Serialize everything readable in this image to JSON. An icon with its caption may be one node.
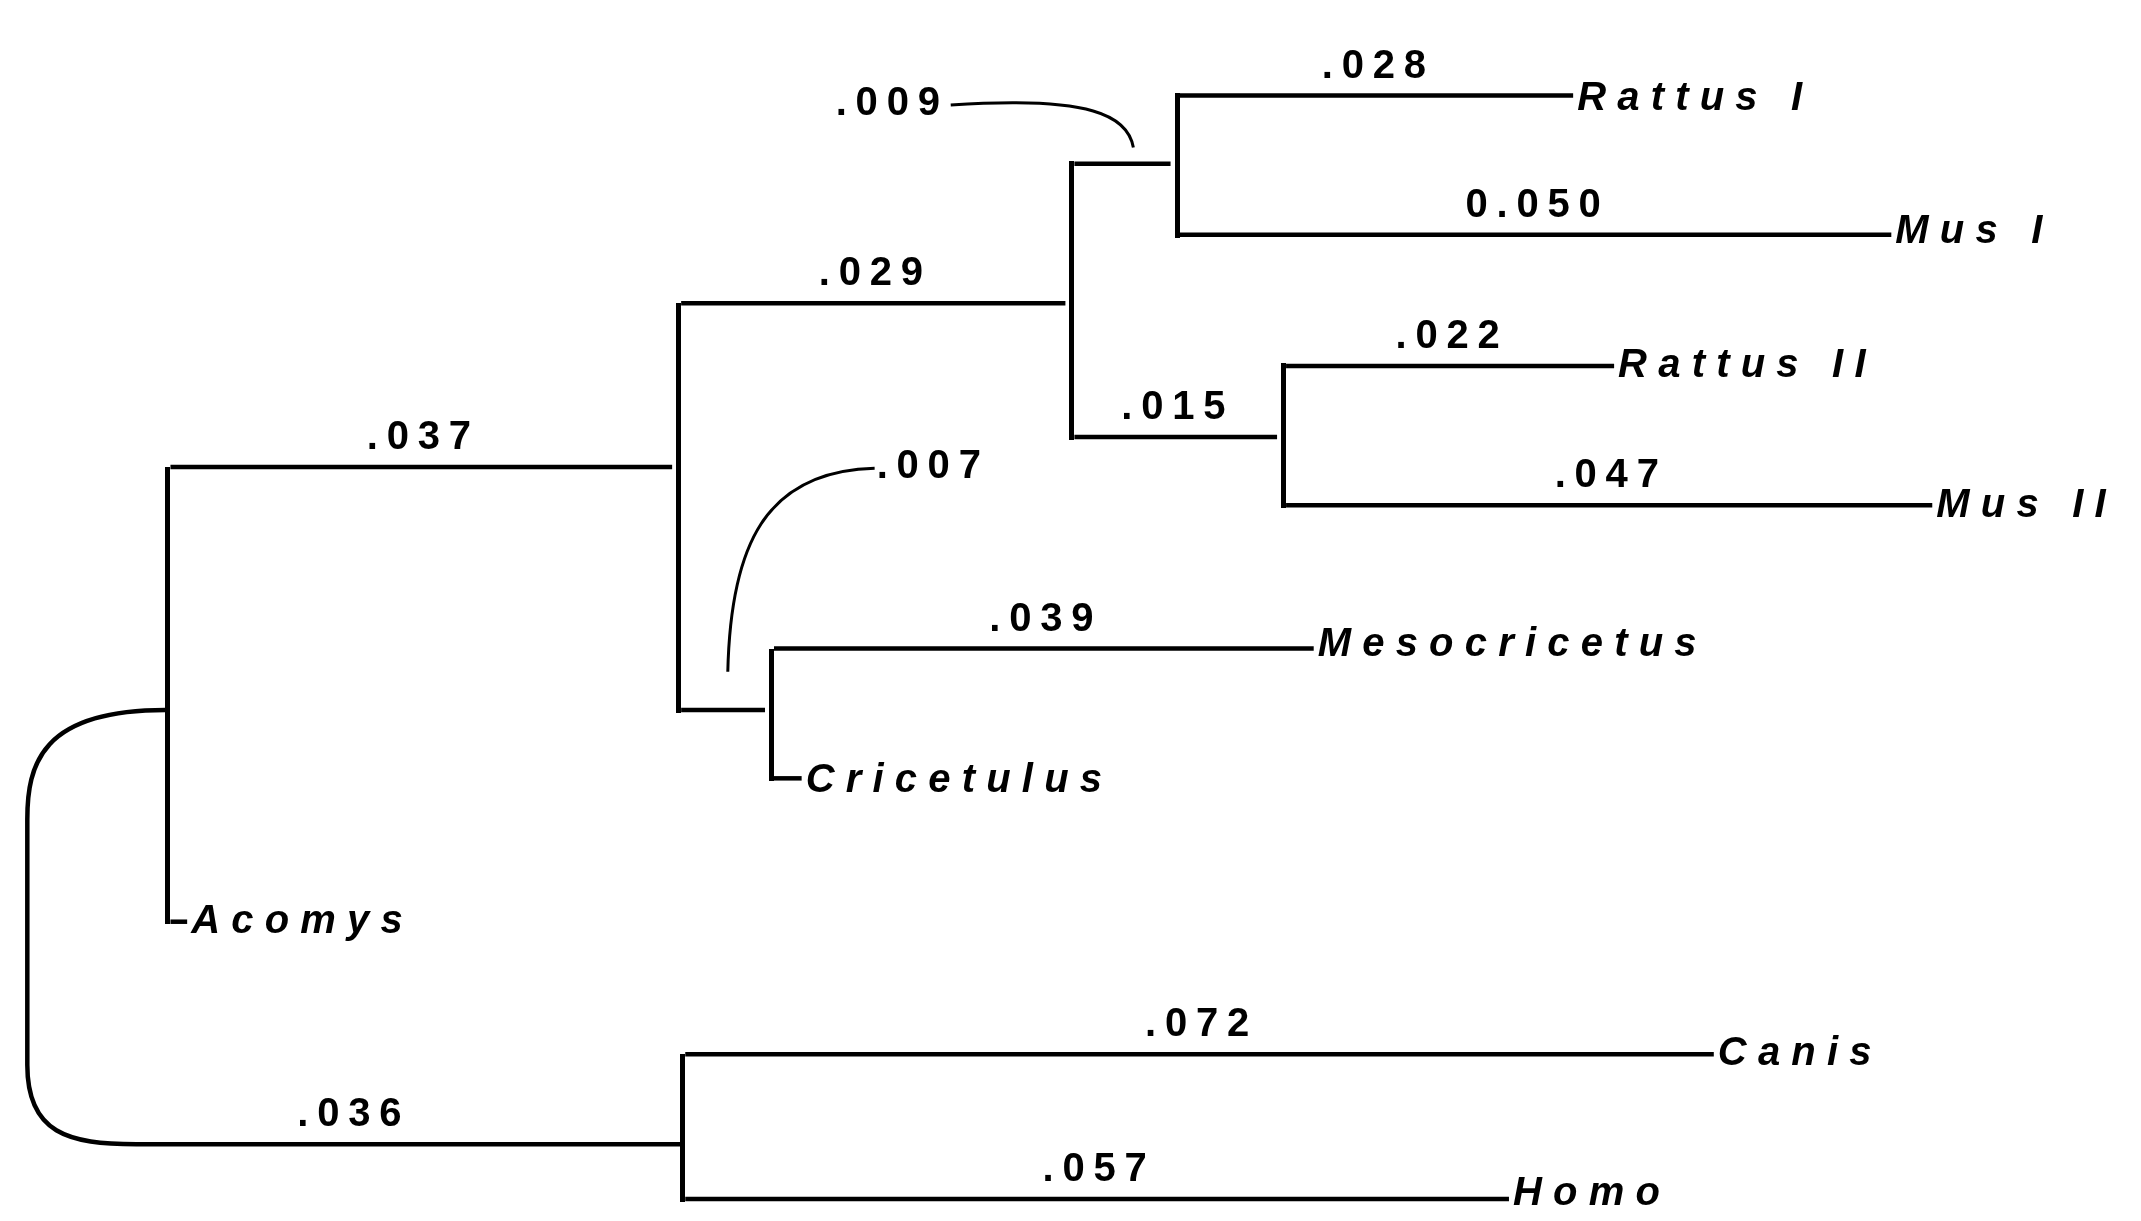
{
  "diagram": {
    "nodes": [
      {
        "text": [
          ".009"
        ]
      },
      {
        "text": [
          "Rattus I"
        ]
      },
      {
        "text": [
          "Mus I"
        ]
      },
      {
        "text": [
          "Rattus II"
        ]
      },
      {
        "text": [
          "Mus II"
        ]
      },
      {
        "text": [
          ".007"
        ]
      },
      {
        "text": [
          "Mesocricetus"
        ]
      },
      {
        "text": [
          "Cricetulus"
        ]
      },
      {
        "text": [
          "Acomys"
        ]
      },
      {
        "text": [
          "Canis"
        ]
      },
      {
        "text": [
          "Homo"
        ]
      },
      {
        "text": [],
        "shape": "bar"
      },
      {
        "text": [],
        "shape": "bar"
      },
      {
        "text": [],
        "shape": "bar"
      },
      {
        "text": [],
        "shape": "bar"
      },
      {
        "text": [],
        "shape": "bar"
      },
      {
        "text": [],
        "shape": "bar"
      },
      {
        "text": [],
        "shape": "bar"
      }
    ],
    "edges": [
      {
        "from": 11,
        "to": 12,
        "arrow": "none",
        "label": ".037"
      },
      {
        "from": 11,
        "to": 8,
        "arrow": "none"
      },
      {
        "from": 11,
        "to": 13,
        "arrow": "none",
        "label": ".036"
      },
      {
        "from": 12,
        "to": 15,
        "arrow": "none",
        "label": ".029"
      },
      {
        "from": 12,
        "to": 14,
        "arrow": "none"
      },
      {
        "from": 15,
        "to": 16,
        "arrow": "none"
      },
      {
        "from": 15,
        "to": 17,
        "arrow": "none",
        "label": ".015"
      },
      {
        "from": 16,
        "to": 1,
        "arrow": "none",
        "label": ".028"
      },
      {
        "from": 16,
        "to": 2,
        "arrow": "none",
        "label": "0.050"
      },
      {
        "from": 17,
        "to": 3,
        "arrow": "none",
        "label": ".022"
      },
      {
        "from": 17,
        "to": 4,
        "arrow": "none",
        "label": ".047"
      },
      {
        "from": 14,
        "to": 6,
        "arrow": "none",
        "label": ".039"
      },
      {
        "from": 14,
        "to": 7,
        "arrow": "none"
      },
      {
        "from": 13,
        "to": 9,
        "arrow": "none",
        "label": ".072"
      },
      {
        "from": 13,
        "to": 10,
        "arrow": "none",
        "label": ".057"
      },
      {
        "from": 0,
        "to": null,
        "arrow": "none"
      },
      {
        "from": 5,
        "to": null,
        "arrow": "none"
      }
    ]
  }
}
